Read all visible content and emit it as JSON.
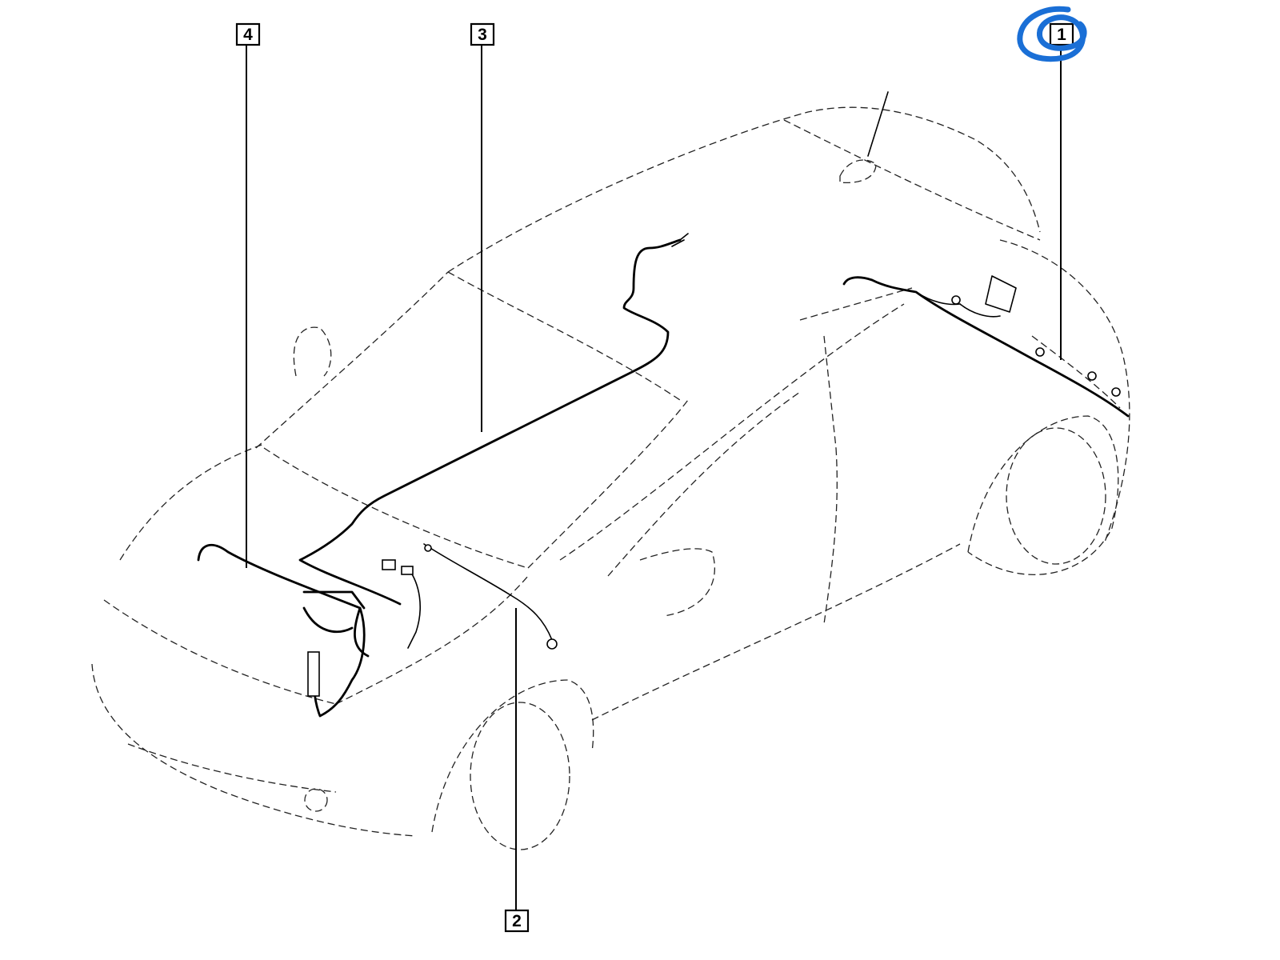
{
  "callouts": [
    {
      "id": "1",
      "label": "1"
    },
    {
      "id": "2",
      "label": "2"
    },
    {
      "id": "3",
      "label": "3"
    },
    {
      "id": "4",
      "label": "4"
    }
  ],
  "highlight": {
    "target": "1",
    "color": "#1a6fd6"
  },
  "colors": {
    "line": "#000000",
    "outline_dash": "#222222",
    "background": "#ffffff"
  }
}
